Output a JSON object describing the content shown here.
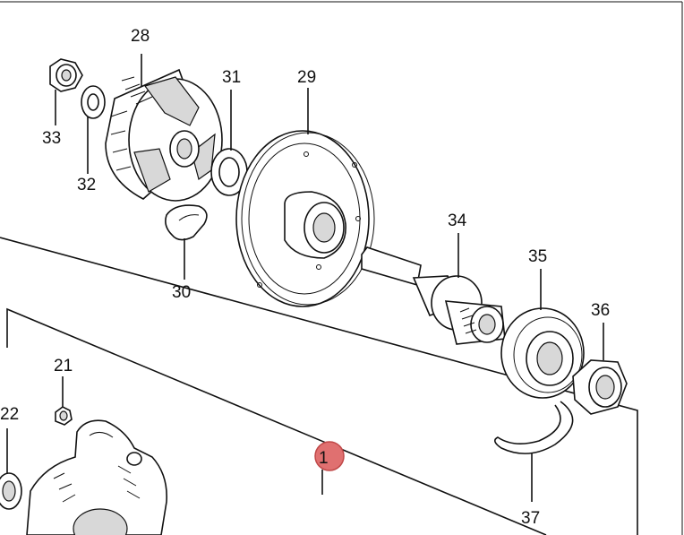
{
  "labels": {
    "p28": "28",
    "p33": "33",
    "p32": "32",
    "p31": "31",
    "p29": "29",
    "p30": "30",
    "p34": "34",
    "p35": "35",
    "p36": "36",
    "p21": "21",
    "p22": "22",
    "p37": "37"
  },
  "marker": {
    "text": "1",
    "fill": "#e07070",
    "stroke": "#c04848"
  }
}
